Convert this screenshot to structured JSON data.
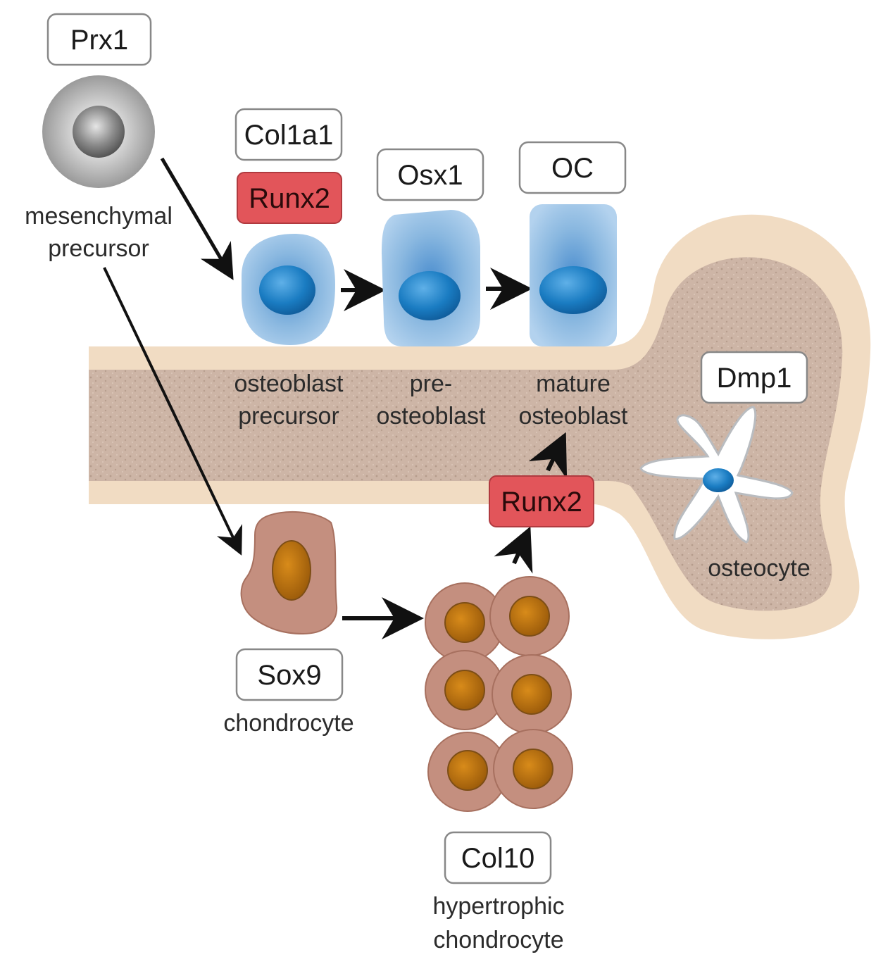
{
  "markers": {
    "prx1": "Prx1",
    "col1a1": "Col1a1",
    "runx2_top": "Runx2",
    "osx1": "Osx1",
    "oc": "OC",
    "dmp1": "Dmp1",
    "runx2_bottom": "Runx2",
    "sox9": "Sox9",
    "col10": "Col10"
  },
  "captions": {
    "mesenchymal": [
      "mesenchymal",
      "precursor"
    ],
    "osteoblast_precursor": [
      "osteoblast",
      "precursor"
    ],
    "pre_osteoblast": [
      "pre-",
      "osteoblast"
    ],
    "mature_osteoblast": [
      "mature",
      "osteoblast"
    ],
    "osteocyte": "osteocyte",
    "chondrocyte": "chondrocyte",
    "hypertrophic": [
      "hypertrophic",
      "chondrocyte"
    ]
  },
  "colors": {
    "marker_red": "#e2555a",
    "cell_blue": "#8ab8e0",
    "nucleus_blue": "#1a7cc2",
    "bone_tan": "#f2dcc2",
    "marrow": "#c9b1a2",
    "chondro_brown": "#c48f7f",
    "chondro_nucleus": "#b9720f"
  }
}
